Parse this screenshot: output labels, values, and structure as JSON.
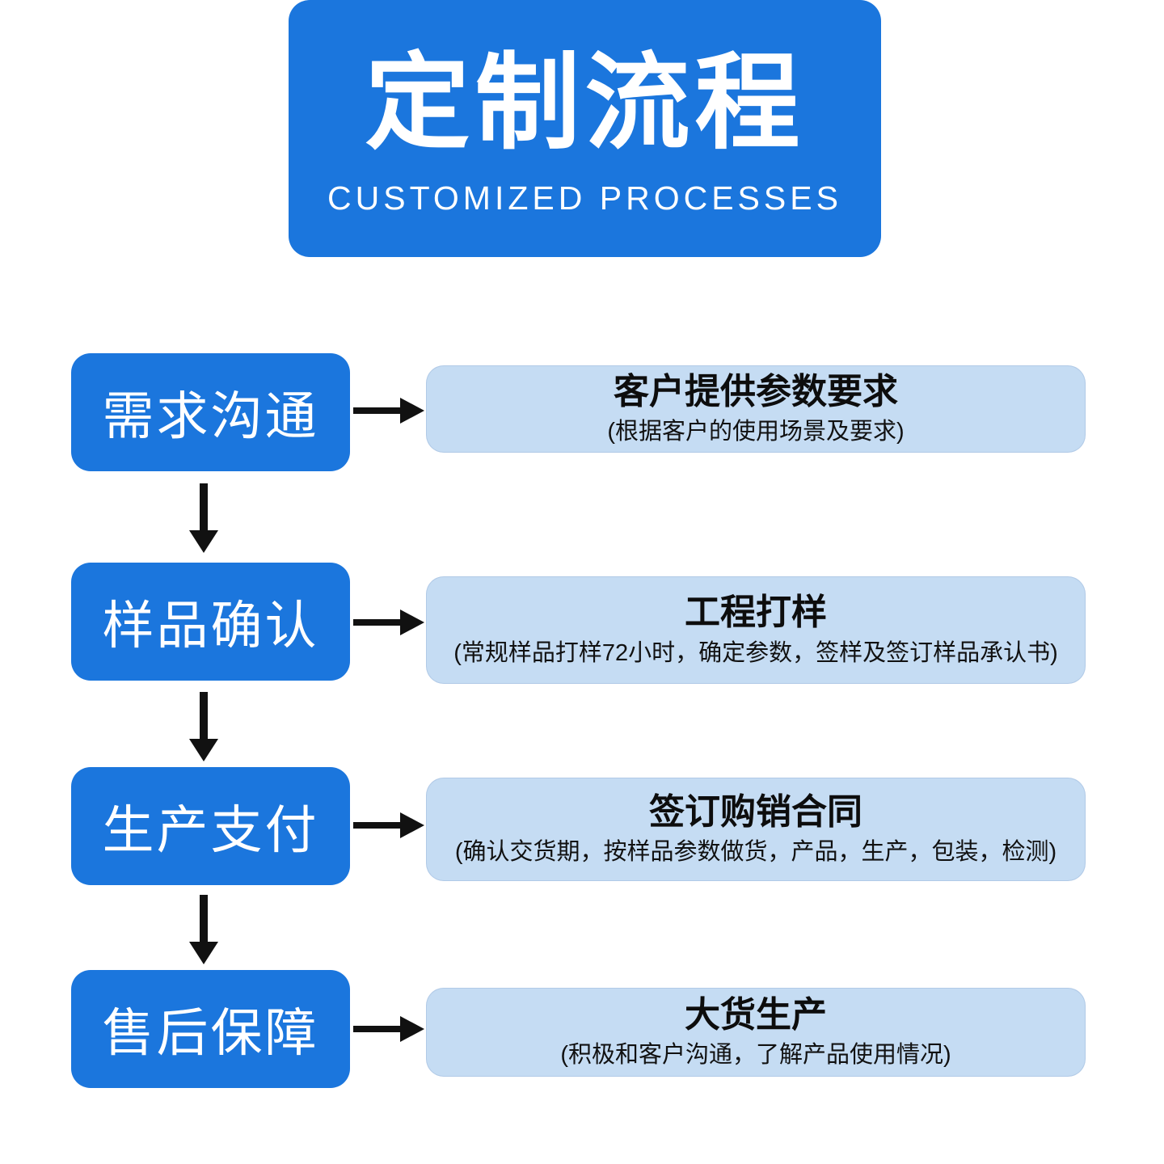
{
  "header": {
    "title": "定制流程",
    "subtitle": "CUSTOMIZED PROCESSES"
  },
  "steps": [
    {
      "label": "需求沟通",
      "detail_title": "客户提供参数要求",
      "detail_subtitle": "(根据客户的使用场景及要求)"
    },
    {
      "label": "样品确认",
      "detail_title": "工程打样",
      "detail_subtitle": "(常规样品打样72小时，确定参数，签样及签订样品承认书)"
    },
    {
      "label": "生产支付",
      "detail_title": "签订购销合同",
      "detail_subtitle": "(确认交货期，按样品参数做货，产品，生产，包装，检测)"
    },
    {
      "label": "售后保障",
      "detail_title": "大货生产",
      "detail_subtitle": "(积极和客户沟通，了解产品使用情况)"
    }
  ],
  "colors": {
    "primary_blue": "#1b76dd",
    "light_blue": "#c5dcf3",
    "arrow_black": "#111111",
    "text_white": "#ffffff",
    "text_dark": "#111111"
  }
}
